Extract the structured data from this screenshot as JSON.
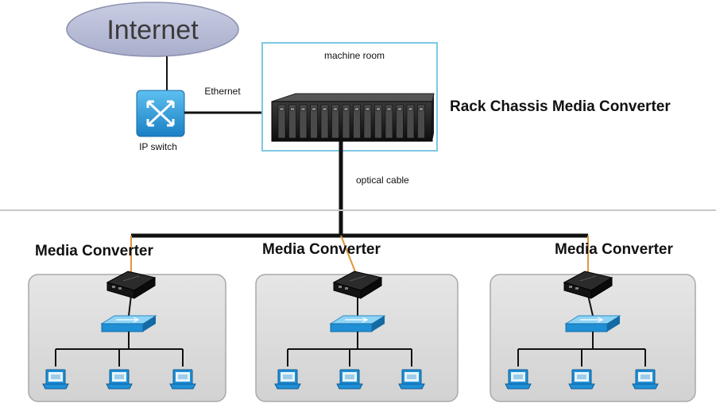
{
  "internet": {
    "label": "Internet"
  },
  "ip_switch": {
    "label": "IP switch"
  },
  "ethernet": {
    "label": "Ethernet"
  },
  "machine_room": {
    "label": "machine room"
  },
  "rack": {
    "label": "Rack Chassis Media Converter"
  },
  "optical": {
    "label": "optical cable"
  },
  "sites": [
    {
      "label": "Media Converter",
      "laptops": 3
    },
    {
      "label": "Media Converter",
      "laptops": 3
    },
    {
      "label": "Media Converter",
      "laptops": 3
    }
  ],
  "colors": {
    "cloud": "#b9bed8",
    "switch": "#1f8fd6",
    "panel": "#dcdcdc",
    "fiber": "#e0953a",
    "cable": "#111111",
    "frame": "#7ec8e3"
  },
  "icons": [
    "cloud-icon",
    "ip-switch-icon",
    "rack-chassis-icon",
    "media-converter-icon",
    "lan-switch-icon",
    "laptop-icon"
  ]
}
